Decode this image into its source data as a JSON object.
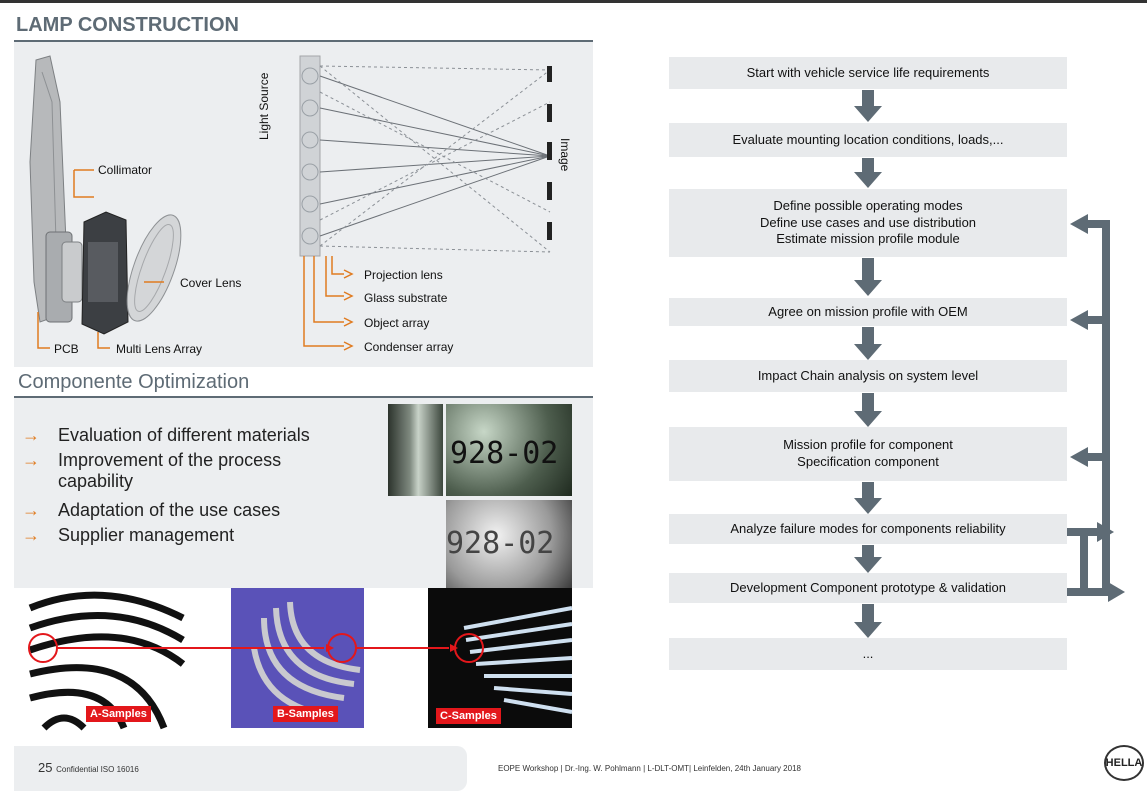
{
  "lamp": {
    "title": "LAMP CONSTRUCTION",
    "labels": {
      "collimator": "Collimator",
      "cover_lens": "Cover Lens",
      "pcb": "PCB",
      "multi_lens_array": "Multi Lens Array",
      "light_source": "Light Source",
      "image": "Image",
      "projection_lens": "Projection lens",
      "glass_substrate": "Glass substrate",
      "object_array": "Object array",
      "condenser_array": "Condenser array"
    }
  },
  "optimization": {
    "title": "Componente Optimization",
    "bullets": [
      "Evaluation of different materials",
      "Improvement of the process capability",
      "Adaptation of the use cases",
      "Supplier management"
    ],
    "photo_text": "928-02",
    "samples": [
      "A-Samples",
      "B-Samples",
      "C-Samples"
    ]
  },
  "flow": {
    "steps": [
      [
        "Start with vehicle service life requirements"
      ],
      [
        "Evaluate mounting location conditions, loads,..."
      ],
      [
        "Define possible operating modes",
        "Define use cases and use distribution",
        "Estimate mission profile module"
      ],
      [
        "Agree on mission profile with OEM"
      ],
      [
        "Impact Chain analysis on system level"
      ],
      [
        "Mission profile for component",
        "Specification component"
      ],
      [
        "Analyze failure modes for components reliability"
      ],
      [
        "Development Component prototype & validation"
      ],
      [
        "..."
      ]
    ],
    "colors": {
      "arrow": "#5e6b75",
      "box": "#e8eaec"
    }
  },
  "footer": {
    "page": "25",
    "confidential": "Confidential ISO 16016",
    "event": "EOPE Workshop | Dr.-Ing. W. Pohlmann | L-DLT-OMT| Leinfelden, 24th January 2018",
    "logo": "HELLA"
  }
}
